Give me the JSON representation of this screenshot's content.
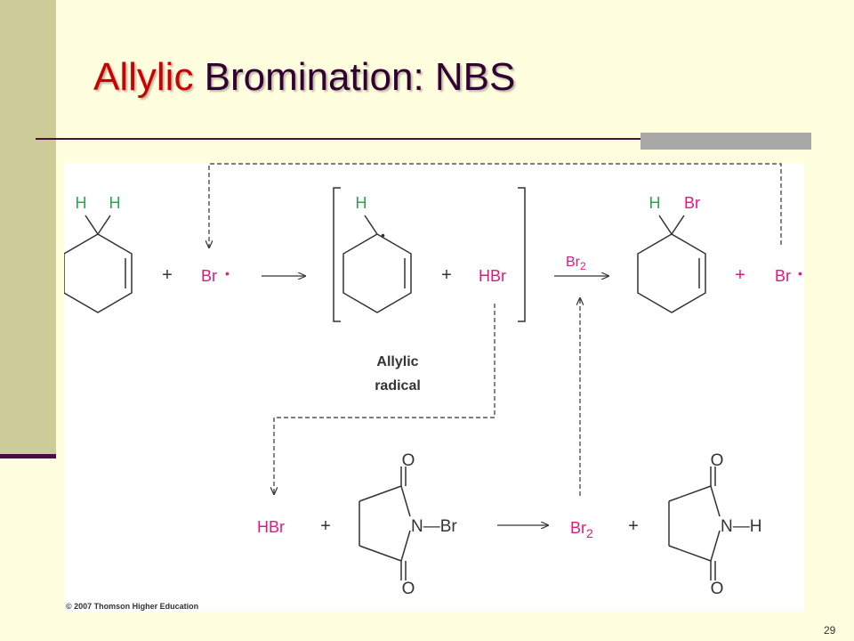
{
  "slide": {
    "title_highlight": "Allylic",
    "title_rest": " Bromination: NBS",
    "page_number": "29"
  },
  "diagram": {
    "labels": {
      "h": "H",
      "br": "Br",
      "br_radical": "Br",
      "hbr": "HBr",
      "br2_base": "Br",
      "subscript_2": "2",
      "plus": "+",
      "radical_dot": "•",
      "o": "O",
      "n": "N",
      "n_br": "N—Br",
      "n_h": "N—H",
      "allylic_line1": "Allylic",
      "allylic_line2": "radical",
      "copyright": "© 2007 Thomson Higher Education"
    },
    "colors": {
      "green": "#2ba84a",
      "magenta": "#e0187e",
      "black": "#333333",
      "title_red": "#cc0000",
      "title_dark": "#330033"
    }
  }
}
